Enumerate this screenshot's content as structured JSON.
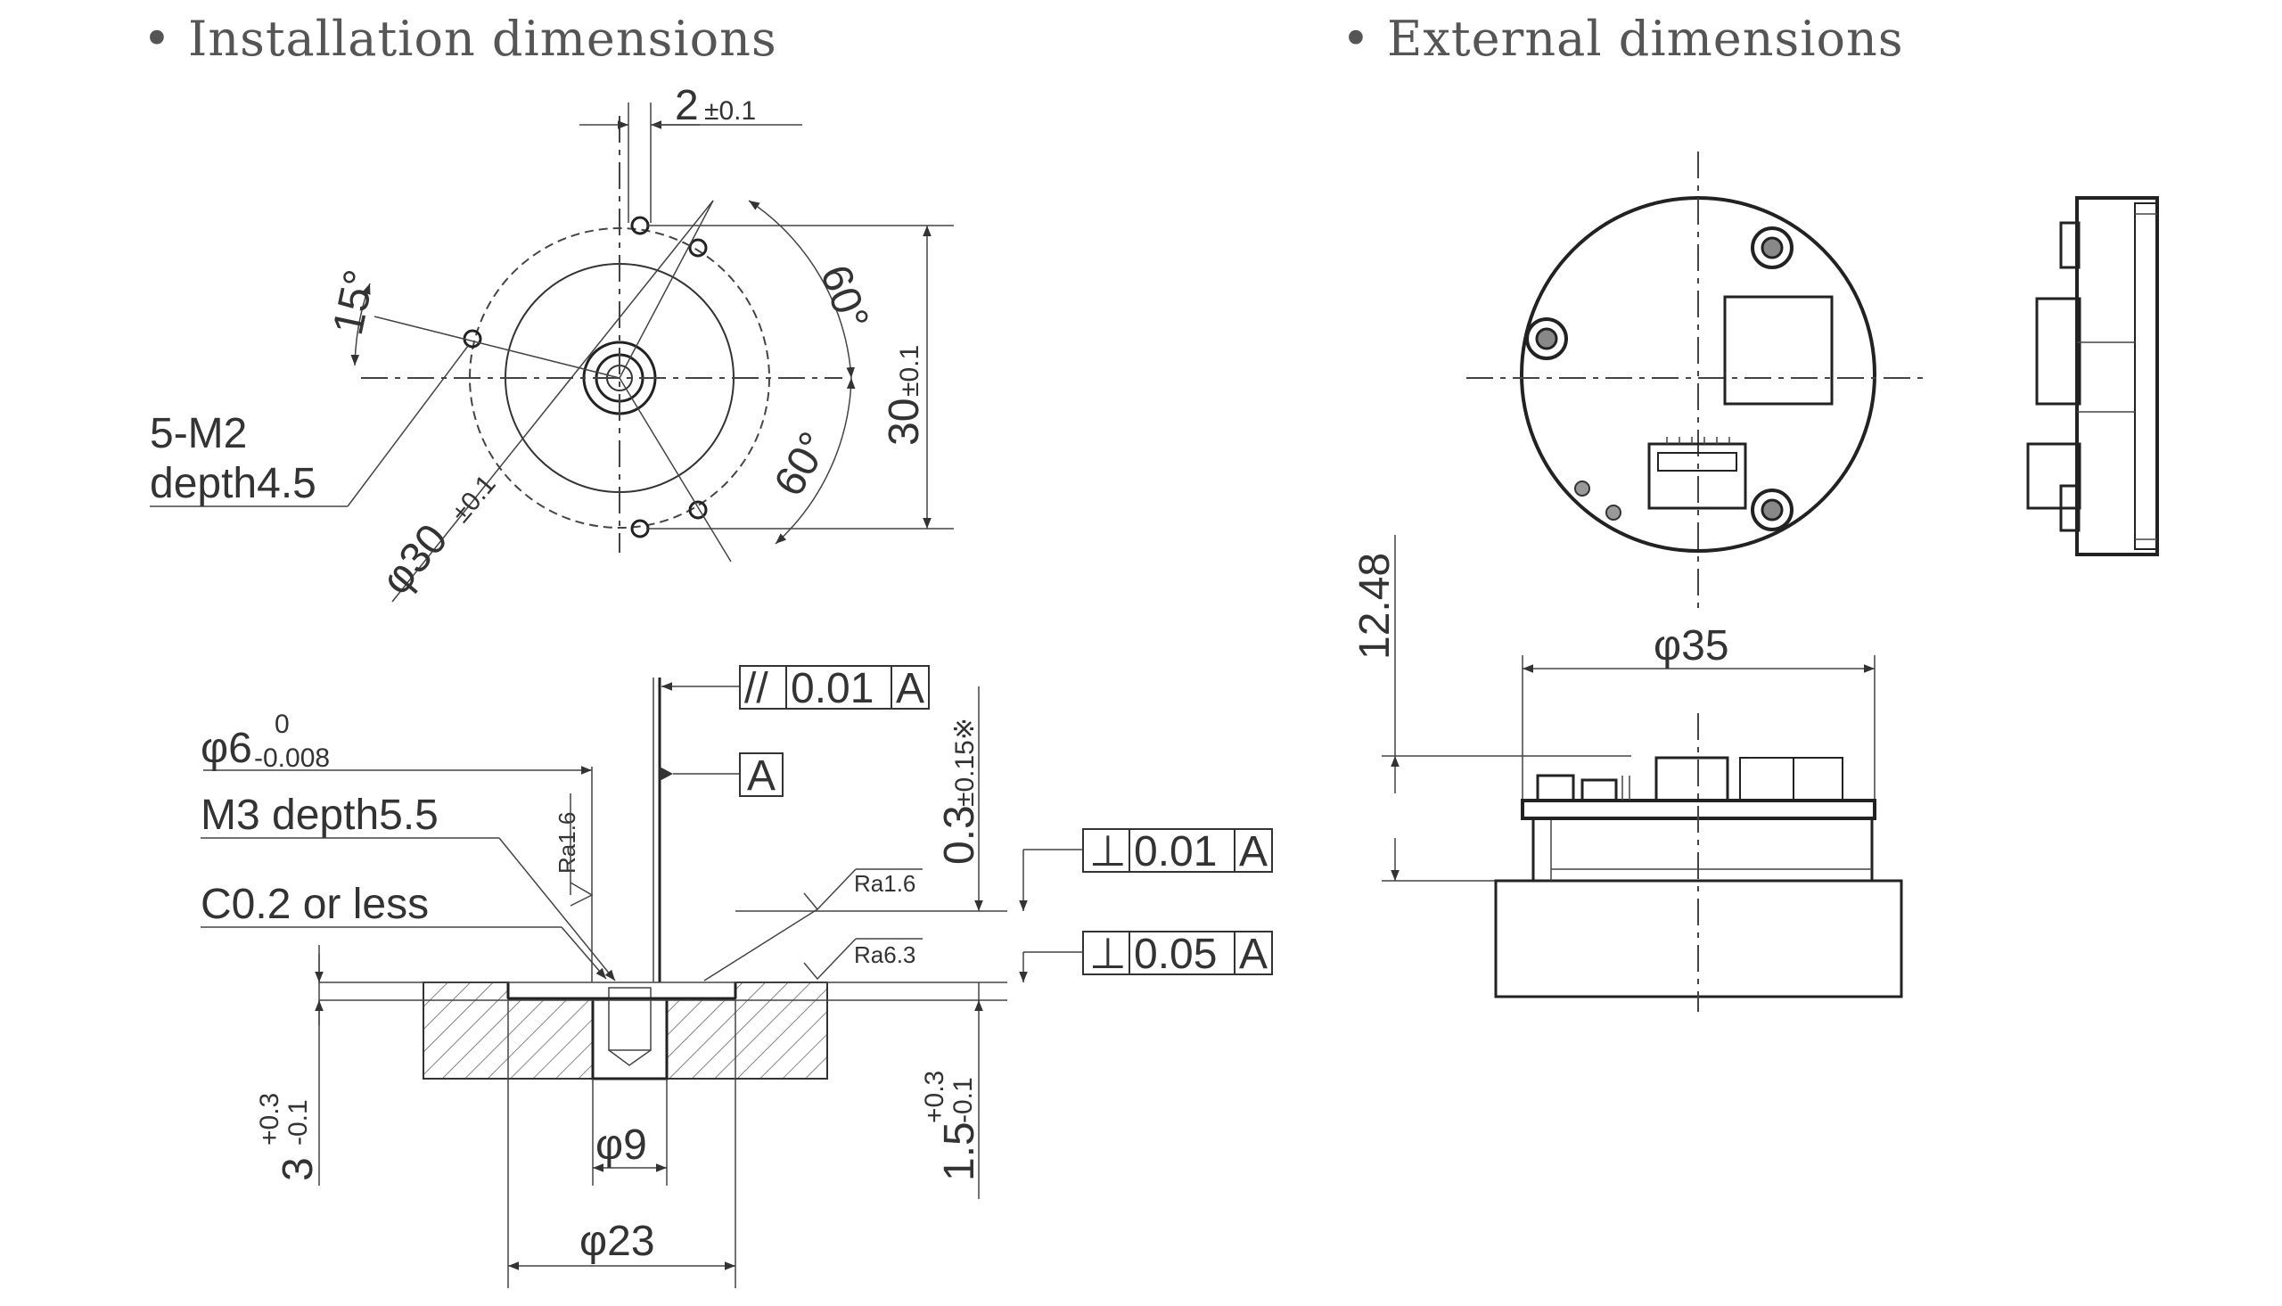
{
  "installation": {
    "title": "• Installation dimensions",
    "dim_2": "2",
    "dim_2_tol": "±0.1",
    "angle_15": "15°",
    "angle_60_top": "60°",
    "angle_60_bottom": "60°",
    "dim_30": "30",
    "dim_30_tol": "±0.1",
    "phi30": "φ30",
    "phi30_tol": "±0.1",
    "holes_label": "5-M2",
    "holes_depth": "depth4.5",
    "phi6": "φ6",
    "phi6_upper": "0",
    "phi6_lower": "-0.008",
    "m3_label": "M3 depth5.5",
    "c02_label": "C0.2 or less",
    "ra16_shaft": "Ra1.6",
    "ra16_surface": "Ra1.6",
    "ra63_surface": "Ra6.3",
    "parallel_symbol": "//",
    "parallel_value": "0.01",
    "parallel_datum": "A",
    "datum_label": "A",
    "dim_03": "0.3",
    "dim_03_tol": "±0.15※",
    "perp1_symbol": "⊥",
    "perp1_value": "0.01",
    "perp1_datum": "A",
    "perp2_symbol": "⊥",
    "perp2_value": "0.05",
    "perp2_datum": "A",
    "dim_15": "1.5",
    "dim_15_tol_upper": "+0.3",
    "dim_15_tol_lower": "-0.1",
    "dim_3": "3",
    "dim_3_tol_upper": "+0.3",
    "dim_3_tol_lower": "-0.1",
    "phi9": "φ9",
    "phi23": "φ23"
  },
  "external": {
    "title": "• External dimensions",
    "phi35": "φ35",
    "dim_1248": "12.48"
  }
}
